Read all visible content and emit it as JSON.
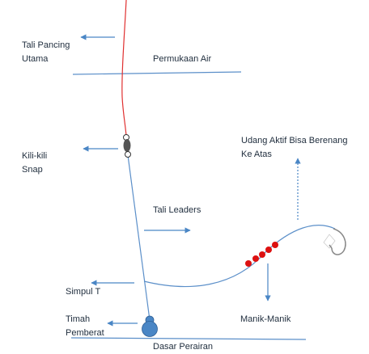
{
  "labels": {
    "main_line": [
      "Tali Pancing",
      "Utama"
    ],
    "water_surface": "Permukaan Air",
    "snap_swivel": [
      "Kili-kili",
      "Snap"
    ],
    "shrimp": [
      "Udang Aktif Bisa Berenang",
      "Ke Atas"
    ],
    "leaders": "Tali Leaders",
    "t_knot": "Simpul T",
    "sinker": [
      "Timah",
      "Pemberat"
    ],
    "beads": "Manik-Manik",
    "bottom": "Dasar Perairan"
  },
  "colors": {
    "main_line": "#e03030",
    "arrow": "#4a86c5",
    "leader_line": "#5b8fc9",
    "water_line": "#5b8fc9",
    "bead": "#dd1111",
    "swivel": "#555555",
    "sinker": "#4a86c5",
    "hook": "#888888",
    "text": "#1f2d3d"
  }
}
